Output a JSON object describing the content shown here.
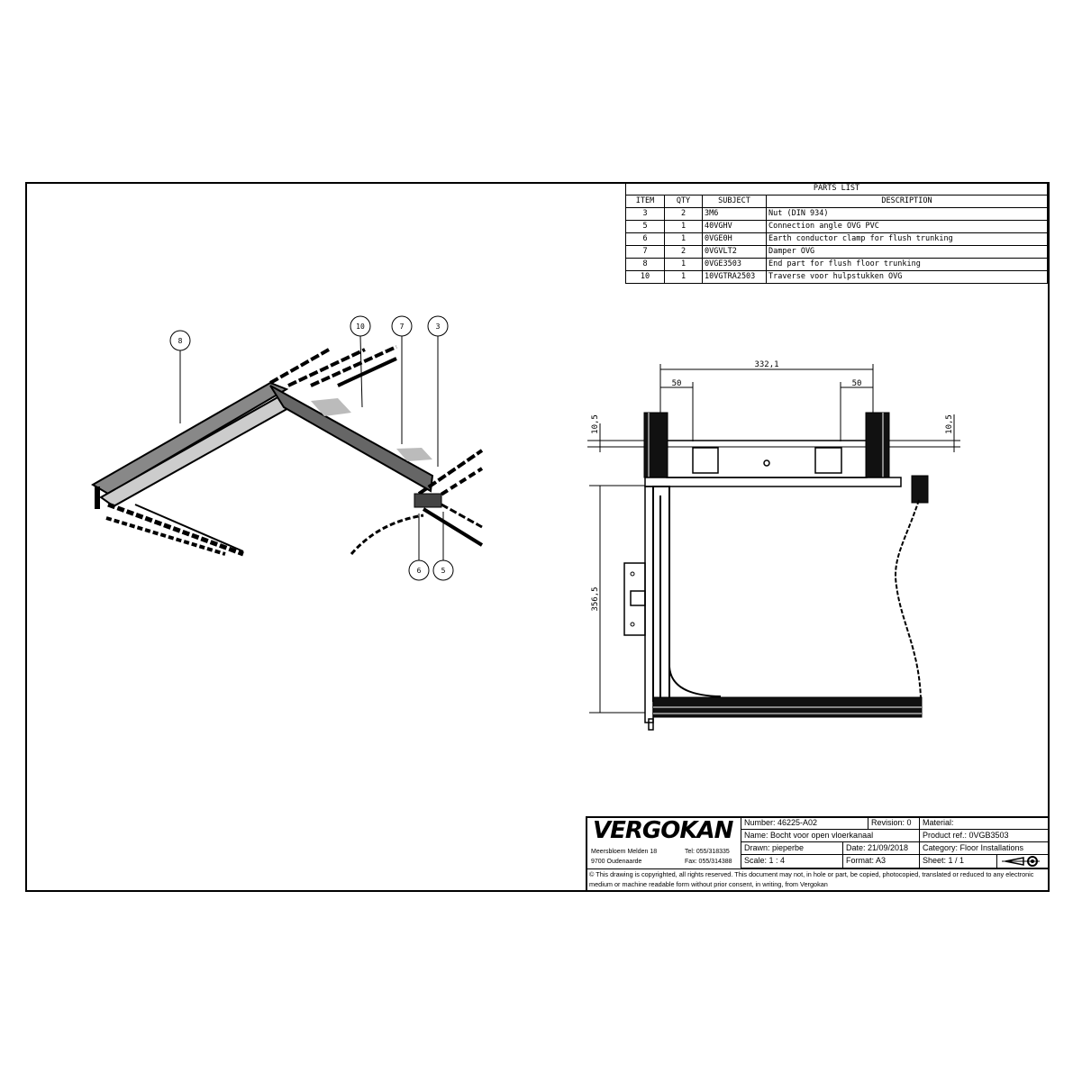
{
  "parts_list": {
    "title": "PARTS LIST",
    "headers": [
      "ITEM",
      "QTY",
      "SUBJECT",
      "DESCRIPTION"
    ],
    "rows": [
      [
        "3",
        "2",
        "3M6",
        "Nut (DIN 934)"
      ],
      [
        "5",
        "1",
        "40VGHV",
        "Connection angle OVG PVC"
      ],
      [
        "6",
        "1",
        "0VGE0H",
        "Earth conductor clamp for flush trunking"
      ],
      [
        "7",
        "2",
        "0VGVLT2",
        "Damper OVG"
      ],
      [
        "8",
        "1",
        "0VGE3503",
        "End part for flush floor trunking"
      ],
      [
        "10",
        "1",
        "10VGTRA2503",
        "Traverse voor hulpstukken OVG"
      ]
    ]
  },
  "callouts": [
    "8",
    "10",
    "7",
    "3",
    "6",
    "5"
  ],
  "dimensions": {
    "width": "332,1",
    "offset_left": "50",
    "offset_right": "50",
    "height": "356,5",
    "edge_left": "10,5",
    "edge_right": "10,5"
  },
  "title_block": {
    "logo": "VERGOKAN",
    "address1": "Meersbloem Melden 18",
    "address2": "9700 Oudenaarde",
    "tel": "Tel: 055/318335",
    "fax": "Fax: 055/314388",
    "number": "Number: 46225-A02",
    "revision": "Revision: 0",
    "material": "Material:",
    "name": "Name: Bocht voor open vloerkanaal",
    "product_ref": "Product ref.: 0VGB3503",
    "drawn": "Drawn: pieperbe",
    "date": "Date: 21/09/2018",
    "category": "Category: Floor Installations",
    "scale": "Scale: 1 : 4",
    "format": "Format: A3",
    "sheet": "Sheet: 1 / 1",
    "copyright": "© This drawing is copyrighted, all rights reserved. This document may not, in hole or part, be copied, photocopied, translated or reduced to any electronic medium or machine readable form without prior consent, in writing, from Vergokan"
  }
}
